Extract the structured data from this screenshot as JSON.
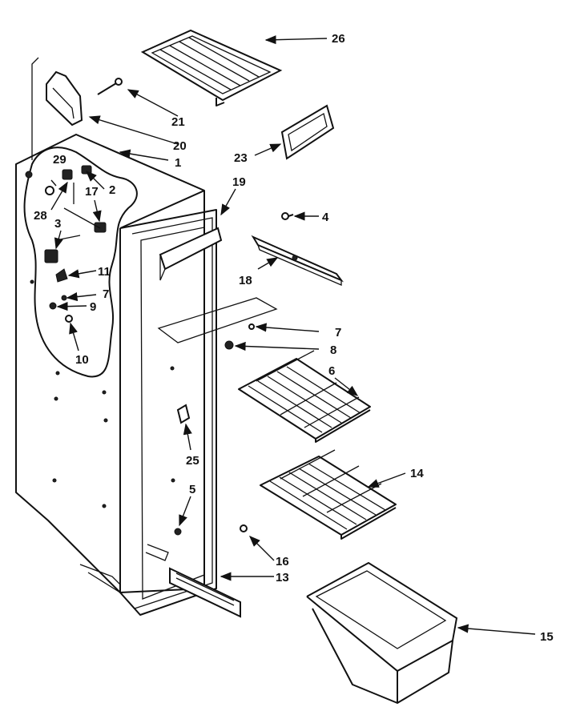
{
  "diagram": {
    "callouts": {
      "c1": "1",
      "c2": "2",
      "c3": "3",
      "c4": "4",
      "c5": "5",
      "c6": "6",
      "c7a": "7",
      "c7b": "7",
      "c8": "8",
      "c9": "9",
      "c10": "10",
      "c11": "11",
      "c13": "13",
      "c14": "14",
      "c15": "15",
      "c16": "16",
      "c17": "17",
      "c18": "18",
      "c19": "19",
      "c20": "20",
      "c21": "21",
      "c23": "23",
      "c25": "25",
      "c26": "26",
      "c28": "28",
      "c29": "29"
    }
  }
}
